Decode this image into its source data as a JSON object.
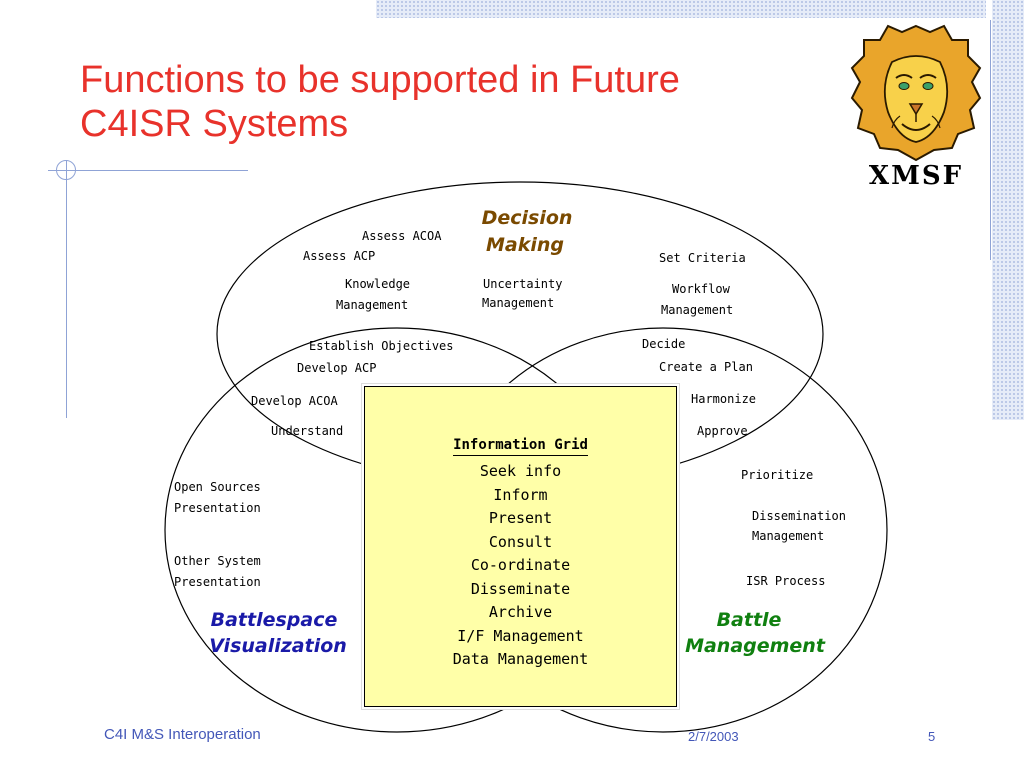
{
  "slide": {
    "title_line1": "Functions to be supported in Future",
    "title_line2": "C4ISR Systems",
    "logo_text": "XMSF",
    "title_color": "#e8322b",
    "accent_color": "#4357b8"
  },
  "diagram": {
    "regions": {
      "decision_making": {
        "line1": "Decision",
        "line2": "Making",
        "color": "#7a4a00"
      },
      "battlespace_visualization": {
        "line1": "Battlespace",
        "line2": "Visualization",
        "color": "#1a1aa8"
      },
      "battle_management": {
        "line1": "Battle",
        "line2": "Management",
        "color": "#108010"
      }
    },
    "labels": {
      "assess_acoa": "Assess ACOA",
      "assess_acp": "Assess ACP",
      "knowledge_l1": "Knowledge",
      "knowledge_l2": "Management",
      "uncertainty_l1": "Uncertainty",
      "uncertainty_l2": "Management",
      "set_criteria": "Set Criteria",
      "workflow_l1": "Workflow",
      "workflow_l2": "Management",
      "establish_objectives": "Establish Objectives",
      "develop_acp": "Develop ACP",
      "decide": "Decide",
      "create_plan": "Create a Plan",
      "develop_acoa": "Develop ACOA",
      "harmonize": "Harmonize",
      "understand": "Understand",
      "approve": "Approve",
      "open_sources_l1": "Open Sources",
      "open_sources_l2": "Presentation",
      "prioritize": "Prioritize",
      "dissemination_l1": "Dissemination",
      "dissemination_l2": "Management",
      "other_system_l1": "Other System",
      "other_system_l2": "Presentation",
      "isr_process": "ISR Process"
    },
    "information_grid": {
      "heading": "Information Grid",
      "items": [
        "Seek info",
        "Inform",
        "Present",
        "Consult",
        "Co-ordinate",
        "Disseminate",
        "Archive",
        "I/F Management",
        "Data Management"
      ]
    }
  },
  "footer": {
    "org": "C4I",
    "topic": " M&S Interoperation",
    "date": "2/7/2003",
    "page": "5"
  }
}
